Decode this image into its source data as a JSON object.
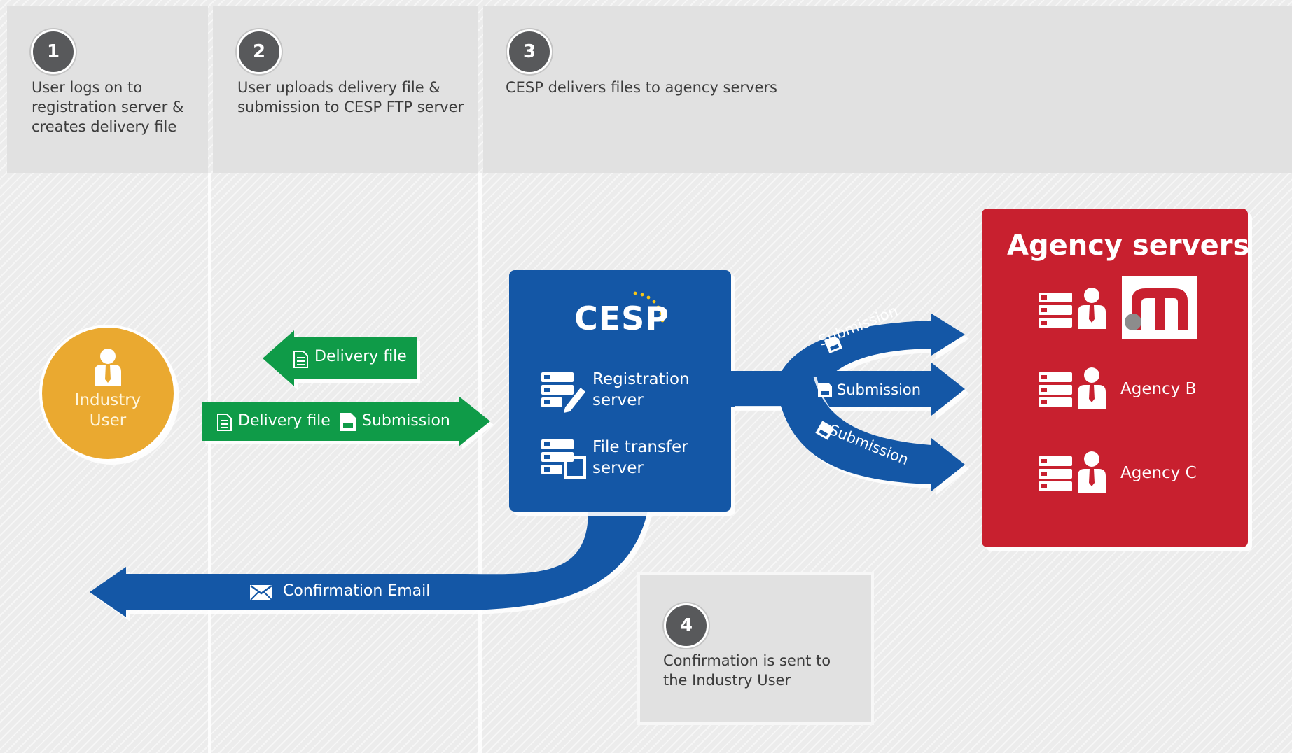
{
  "steps": [
    {
      "number": "1",
      "text": "User logs on to\nregistration server &\ncreates delivery file"
    },
    {
      "number": "2",
      "text": "User uploads delivery file &\nsubmission to CESP FTP server"
    },
    {
      "number": "3",
      "text": "CESP delivers files to agency servers"
    },
    {
      "number": "4",
      "text": "Confirmation is sent to\nthe Industry User"
    }
  ],
  "industry_user": {
    "line1": "Industry",
    "line2": "User"
  },
  "arrows": {
    "delivery_file_back": "Delivery file",
    "delivery_file_forward": "Delivery file",
    "submission_forward": "Submission",
    "confirmation_email": "Confirmation Email",
    "submissions": [
      "Submission",
      "Submission",
      "Submission"
    ]
  },
  "cesp": {
    "title": "CESP",
    "registration_server": {
      "line1": "Registration",
      "line2": "server"
    },
    "file_transfer_server": {
      "line1": "File transfer",
      "line2": "server"
    }
  },
  "agency_servers": {
    "title": "Agency servers",
    "agency_b": "Agency B",
    "agency_c": "Agency C"
  },
  "colors": {
    "blue": "#1457a6",
    "green": "#0f9b48",
    "red": "#c8202f",
    "orange": "#eaa930",
    "step_circle": "#58595b"
  }
}
